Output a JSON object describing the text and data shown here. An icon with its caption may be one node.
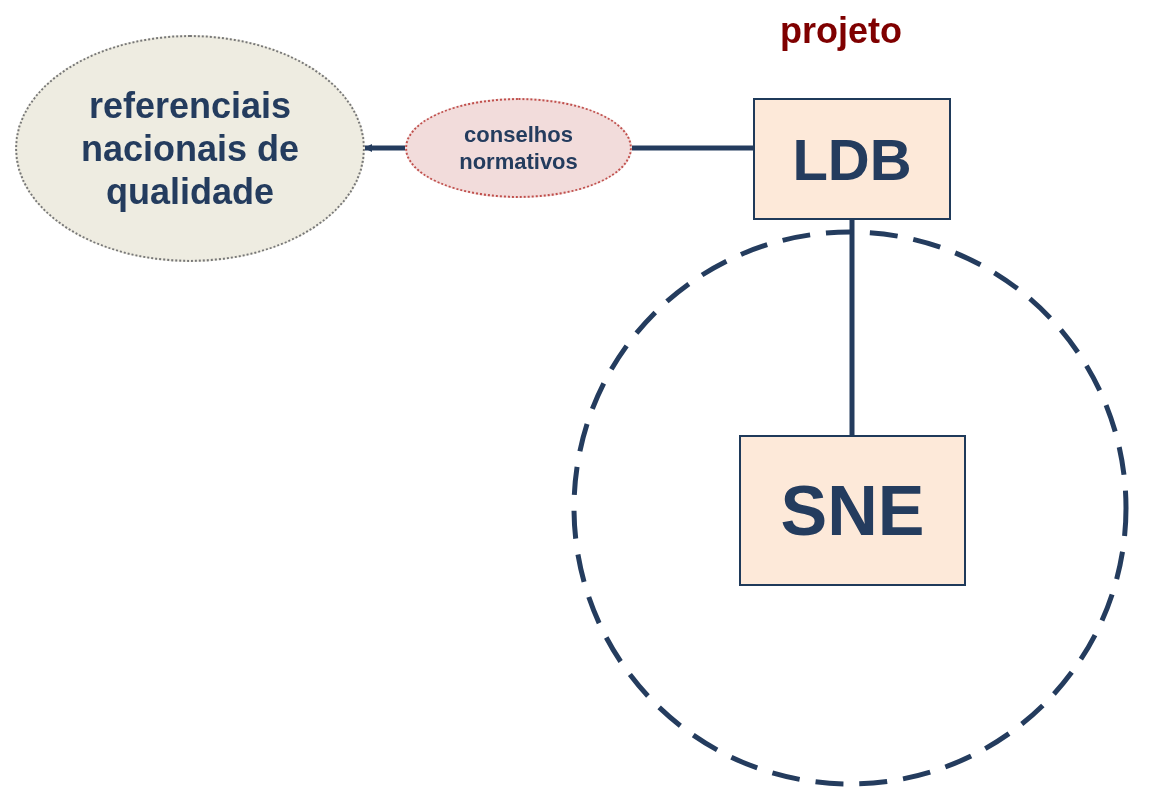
{
  "diagram": {
    "nodes": [
      {
        "text": [
          "referenciais nacionais de qualidade"
        ]
      },
      {
        "text": [
          "conselhos normativos"
        ]
      },
      {
        "text": [
          "LDB"
        ]
      },
      {
        "text": [],
        "shape": "circle"
      },
      {
        "text": [
          "SNE"
        ],
        "in": 3
      }
    ],
    "edges": [
      {
        "from": 2,
        "to": 1,
        "arrow": "none"
      },
      {
        "from": 1,
        "to": 0,
        "arrow": "to"
      },
      {
        "from": 2,
        "to": 4,
        "arrow": "none"
      }
    ],
    "labels": [
      "projeto"
    ]
  }
}
